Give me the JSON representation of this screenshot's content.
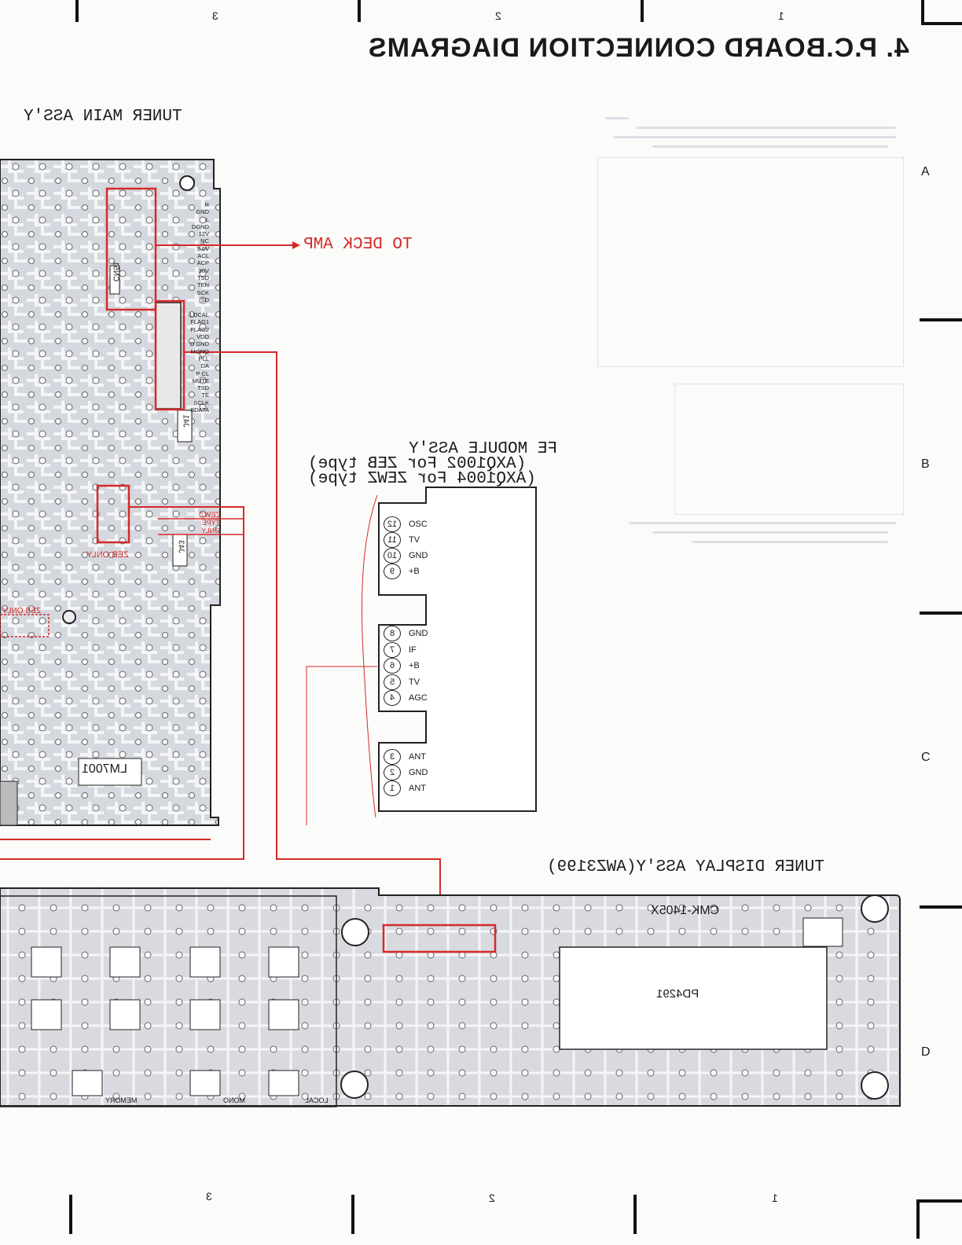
{
  "page_title": "4. P.C.BOARD CONNECTION DIAGRAMS",
  "grid": {
    "columns_top": [
      "3",
      "2",
      "1"
    ],
    "columns_bottom": [
      "3",
      "2",
      "1"
    ],
    "rows_right": [
      "A",
      "B",
      "C",
      "D"
    ]
  },
  "boards": {
    "tuner_main": "TUNER MAIN ASS'Y",
    "fe_module": "FE MODULE ASS'Y",
    "fe_variant_1": "(AXQ1002 For ZEB type)",
    "fe_variant_2": "(AXQ1004 For ZEWZ type)",
    "tuner_display": "TUNER DISPLAY ASS'Y(AWZ3199)"
  },
  "connections": {
    "to_deck_amp": "TO DECK AMP"
  },
  "fe_pins": [
    {
      "num": "12",
      "name": "OSC"
    },
    {
      "num": "11",
      "name": "TV"
    },
    {
      "num": "10",
      "name": "GND"
    },
    {
      "num": "9",
      "name": "+B"
    },
    {
      "num": "8",
      "name": "GND"
    },
    {
      "num": "7",
      "name": "IF"
    },
    {
      "num": "6",
      "name": "+B"
    },
    {
      "num": "5",
      "name": "TV"
    },
    {
      "num": "4",
      "name": "AGC"
    },
    {
      "num": "3",
      "name": "ANT"
    },
    {
      "num": "2",
      "name": "GND"
    },
    {
      "num": "1",
      "name": "ANT"
    }
  ],
  "main_board_labels": {
    "cn51": "CN51",
    "j41": "J41",
    "j43": "J43",
    "lm7001": "LM7001",
    "zeb_only": "ZEB ONLY",
    "zewz_type_only": "ZEWZ TYPE ONLY",
    "cn_pins": [
      "R",
      "GND",
      "L",
      "DGND",
      "12V",
      "NC",
      "5.6V",
      "ACL",
      "ACP",
      "30V",
      "TSD",
      "TEN",
      "SCK",
      "SD",
      "LOCAL",
      "FLAG1",
      "FLAG2",
      "VDD",
      "D GND",
      "MONO",
      "PLL",
      "DA",
      "P CL",
      "MUTE",
      "TSD",
      "TE",
      "SCLK",
      "SDATA"
    ]
  },
  "display_board_labels": {
    "cmk": "CMK-1405X",
    "pd": "PD4291",
    "buttons": [
      "MEMORY",
      "MONO",
      "LOCAL"
    ]
  },
  "colors": {
    "trace_red": "#d42a2a",
    "board_gray": "#d9dbe0"
  }
}
